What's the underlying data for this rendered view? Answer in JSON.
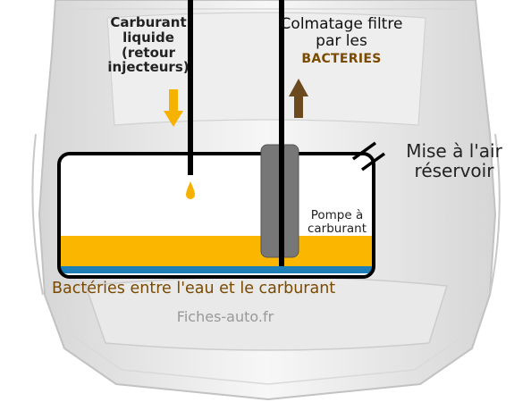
{
  "labels": {
    "carburant_liquide": "Carburant liquide (retour injecteurs)",
    "colmatage_line": "Colmatage filtre par les",
    "colmatage_bacteries": "BACTERIES",
    "mise_air": "Mise à l'air réservoir",
    "pompe": "Pompe à carburant",
    "bacteries_zone": "Bactéries entre l'eau et le carburant",
    "source": "Fiches-auto.fr"
  },
  "colors": {
    "fuel": "#fbb600",
    "water": "#1e7fb8",
    "arrow_down": "#f5b200",
    "arrow_up": "#6b4a1f",
    "pump": "#777777",
    "pipe": "#000000"
  },
  "icons": [
    "arrow-down-icon",
    "arrow-up-icon",
    "fuel-drop-icon"
  ]
}
